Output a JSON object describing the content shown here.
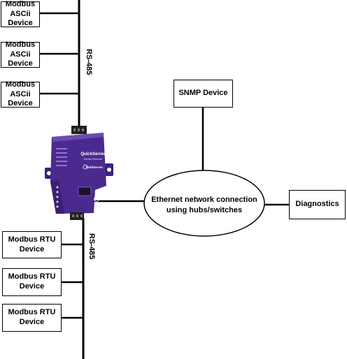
{
  "top_bus": {
    "label": "RS-485",
    "devices": [
      {
        "label": "Modbus ASCii\nDevice"
      },
      {
        "label": "Modbus ASCii\nDevice"
      },
      {
        "label": "Modbus ASCii\nDevice"
      }
    ]
  },
  "bottom_bus": {
    "label": "RS-485",
    "devices": [
      {
        "label": "Modbus RTU\nDevice"
      },
      {
        "label": "Modbus RTU\nDevice"
      },
      {
        "label": "Modbus RTU\nDevice"
      }
    ]
  },
  "gateway": {
    "brand_line1": "QuickServer",
    "brand_line2": "Serial-Ethernet",
    "logo_text": "FieldServer",
    "color": "#4b2a8f"
  },
  "network": {
    "label": "Ethernet network connection\nusing hubs/switches"
  },
  "snmp": {
    "label": "SNMP Device"
  },
  "diagnostics": {
    "label": "Diagnostics"
  }
}
